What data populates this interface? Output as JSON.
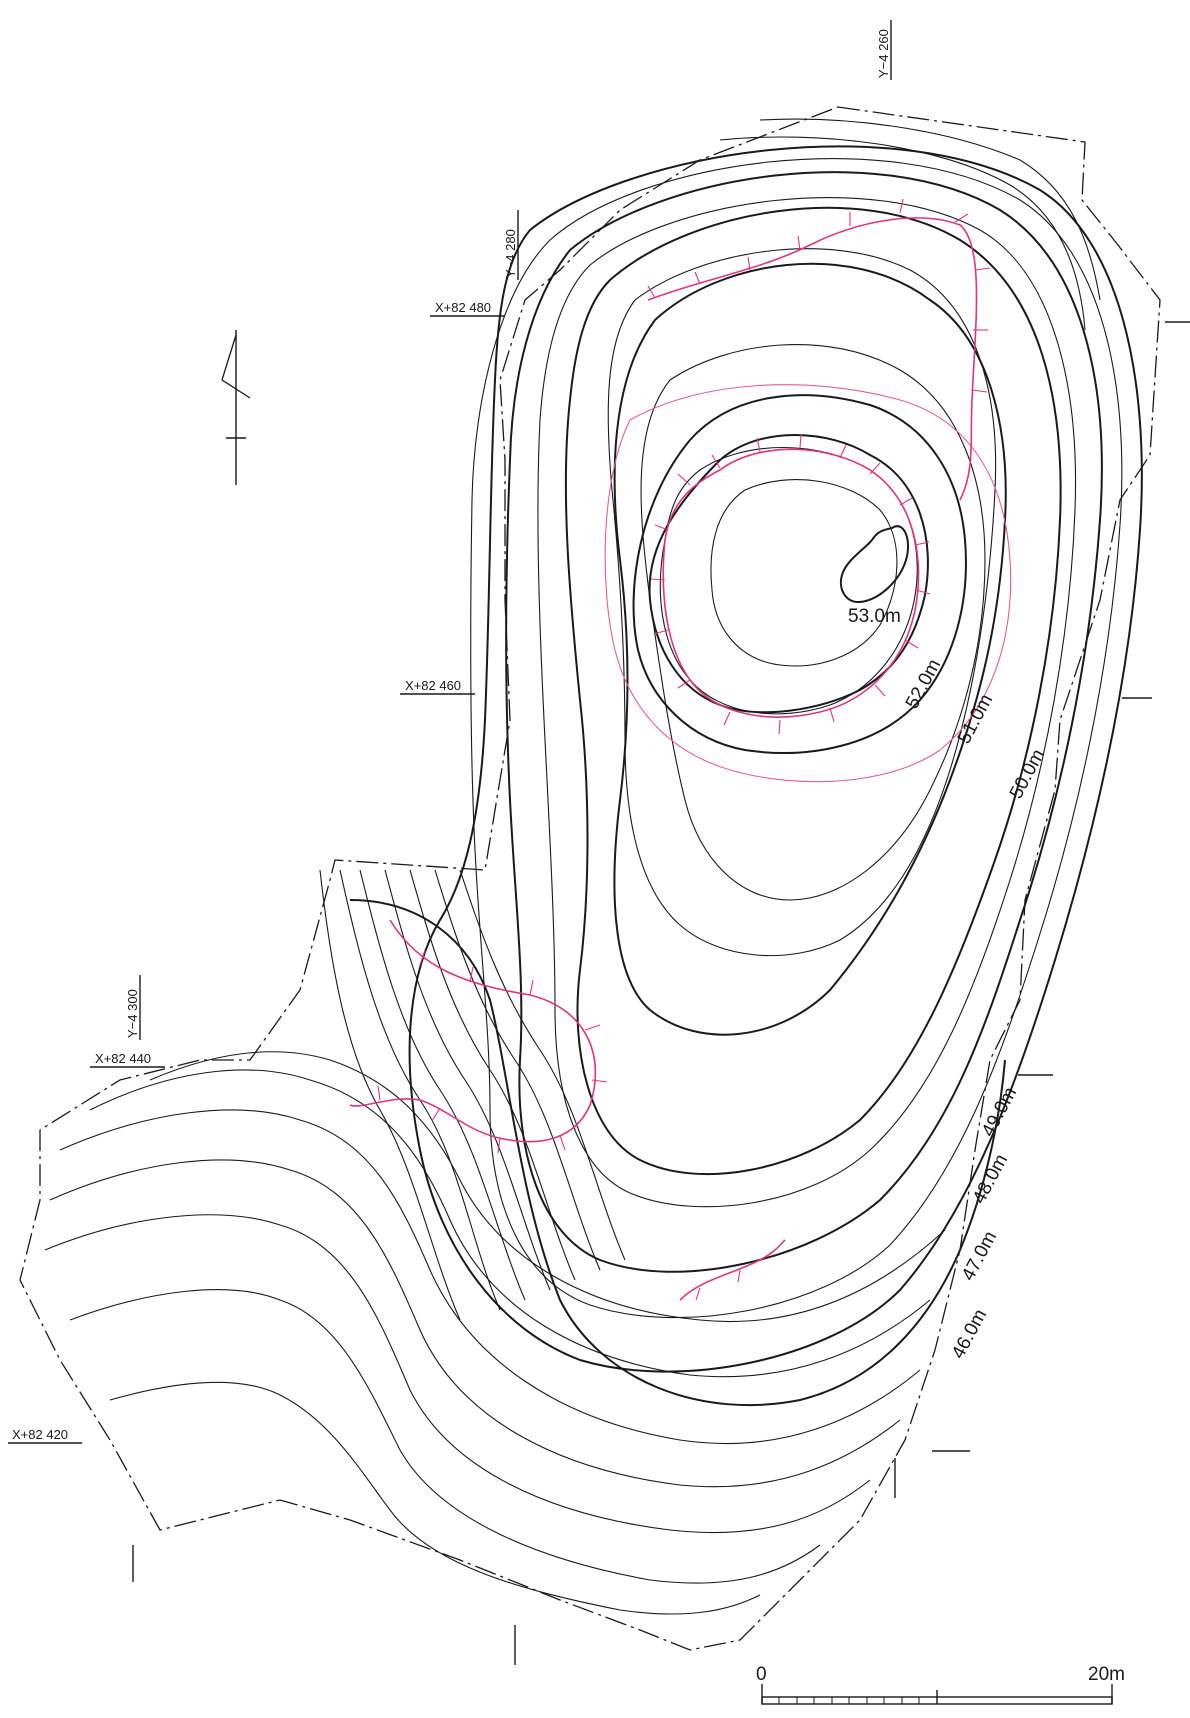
{
  "grid_labels": {
    "y4260": "Y−4 260",
    "y4280": "Y−4 280",
    "y4300": "Y−4 300",
    "x480": "X+82 480",
    "x460": "X+82 460",
    "x440": "X+82 440",
    "x420": "X+82 420"
  },
  "elevations": {
    "e53": "53.0m",
    "e52": "52.0m",
    "e51": "51.0m",
    "e50": "50.0m",
    "e49": "49.0m",
    "e48": "48.0m",
    "e47": "47.0m",
    "e46": "46.0m"
  },
  "scale_bar": {
    "start": "0",
    "end": "20m"
  },
  "colors": {
    "contour": "#1a1a1a",
    "feature": "#e2337f"
  },
  "icons": {
    "north": "north-arrow-icon"
  }
}
